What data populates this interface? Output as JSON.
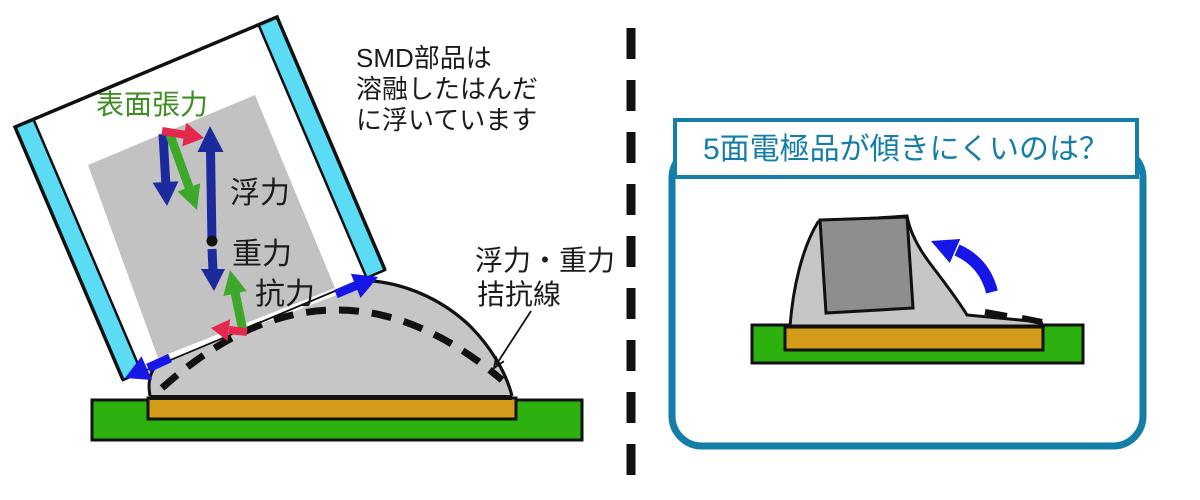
{
  "left_panel": {
    "caption": {
      "line1": "SMD部品は",
      "line2": "溶融したはんだ",
      "line3": "に浮いています"
    },
    "labels": {
      "surface_tension": "表面張力",
      "buoyancy": "浮力",
      "gravity": "重力",
      "drag": "抗力",
      "equilibrium_line1": "浮力・重力",
      "equilibrium_line2": "拮抗線"
    }
  },
  "right_panel": {
    "title": "5面電極品が傾きにくいのは？"
  },
  "colors": {
    "electrode_cyan": "#5CDBF5",
    "pcb_green": "#2DB10E",
    "pad_orange": "#D49A1A",
    "solder_gray": "#C6C6C6",
    "core_gray": "#C2C2C2",
    "chip_gray": "#8E8E8E",
    "navy_arrow": "#1B2B9E",
    "blue_arrow": "#1616E6",
    "green_arrow": "#3EA82B",
    "red_arrow": "#E5284E",
    "teal_accent": "#147EA8",
    "green_text": "#3E8E23",
    "ink": "#1B1B1B"
  }
}
